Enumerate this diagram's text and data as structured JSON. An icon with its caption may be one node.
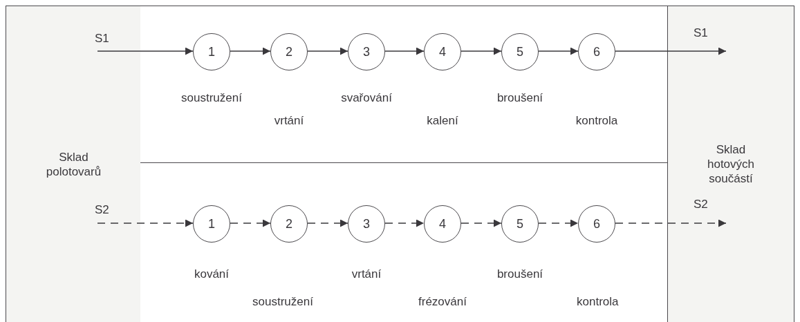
{
  "diagram": {
    "nodes": [
      {
        "text": [
          "Sklad polotovarů"
        ]
      },
      {
        "text": [],
        "shape": "box"
      },
      {
        "text": [
          "1"
        ],
        "in": 1,
        "beside": [
          "soustružení"
        ]
      },
      {
        "text": [
          "2"
        ],
        "in": 1,
        "beside": [
          "vrtání"
        ]
      },
      {
        "text": [
          "3"
        ],
        "in": 1,
        "beside": [
          "svařování"
        ]
      },
      {
        "text": [
          "4"
        ],
        "in": 1,
        "beside": [
          "kalení"
        ]
      },
      {
        "text": [
          "5"
        ],
        "in": 1,
        "beside": [
          "broušení"
        ]
      },
      {
        "text": [
          "6"
        ],
        "in": 1,
        "beside": [
          "kontrola"
        ]
      },
      {
        "text": [],
        "shape": "box"
      },
      {
        "text": [
          "1"
        ],
        "in": 8,
        "beside": [
          "kování"
        ]
      },
      {
        "text": [
          "2"
        ],
        "in": 8
      },
      {
        "text": [
          "3"
        ],
        "in": 8,
        "beside": [
          "vrtání"
        ]
      },
      {
        "text": [
          "4"
        ],
        "in": 8
      },
      {
        "text": [
          "5"
        ],
        "in": 8,
        "beside": [
          "broušení"
        ]
      },
      {
        "text": [
          "6"
        ],
        "in": 8
      },
      {
        "text": [
          "Sklad hotových součástí"
        ]
      }
    ],
    "edges": [
      {
        "from": 0,
        "to": 2,
        "arrow": "to"
      },
      {
        "from": 2,
        "to": 3,
        "arrow": "to"
      },
      {
        "from": 3,
        "to": 4,
        "arrow": "to"
      },
      {
        "from": 4,
        "to": 5,
        "arrow": "to"
      },
      {
        "from": 5,
        "to": 6,
        "arrow": "to"
      },
      {
        "from": 6,
        "to": 7,
        "arrow": "to"
      },
      {
        "from": 7,
        "to": 15,
        "arrow": "to"
      },
      {
        "from": 0,
        "to": 9,
        "arrow": "to",
        "style": "dashed"
      },
      {
        "from": 9,
        "to": 10,
        "arrow": "to",
        "style": "dashed"
      },
      {
        "from": 10,
        "to": 11,
        "arrow": "to",
        "style": "dashed"
      },
      {
        "from": 11,
        "to": 12,
        "arrow": "to",
        "style": "dashed"
      },
      {
        "from": 12,
        "to": 13,
        "arrow": "to",
        "style": "dashed"
      },
      {
        "from": 13,
        "to": 14,
        "arrow": "to",
        "style": "dashed"
      },
      {
        "from": 14,
        "to": 15,
        "arrow": "to",
        "style": "dashed"
      }
    ],
    "labels": [
      "S1",
      "S1",
      "S2",
      "S2",
      "soustružení",
      "frézování",
      "kontrola"
    ]
  }
}
